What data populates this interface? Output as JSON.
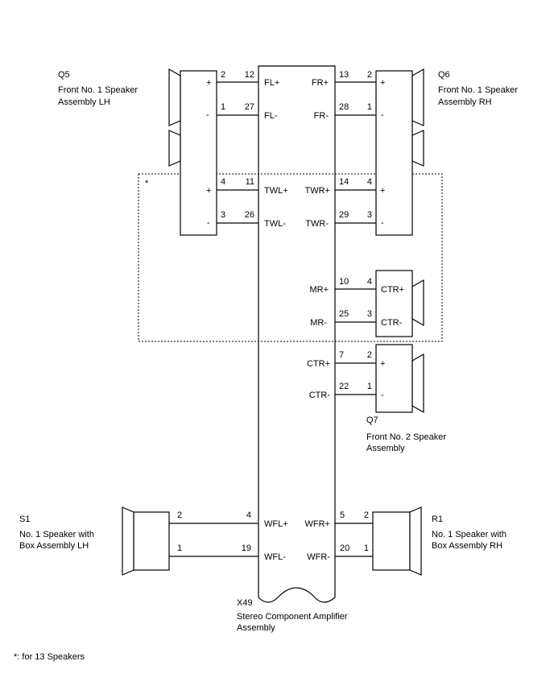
{
  "components": {
    "q5": {
      "code": "Q5",
      "name1": "Front No. 1 Speaker",
      "name2": "Assembly LH"
    },
    "q6": {
      "code": "Q6",
      "name1": "Front No. 1 Speaker",
      "name2": "Assembly RH"
    },
    "q7": {
      "code": "Q7",
      "name1": "Front No. 2 Speaker",
      "name2": "Assembly"
    },
    "s1": {
      "code": "S1",
      "name1": "No. 1 Speaker with",
      "name2": "Box Assembly LH"
    },
    "r1": {
      "code": "R1",
      "name1": "No. 1 Speaker with",
      "name2": "Box Assembly RH"
    },
    "x49": {
      "code": "X49",
      "name1": "Stereo Component Amplifier",
      "name2": "Assembly"
    }
  },
  "signals": {
    "fl_pos": "FL+",
    "fl_neg": "FL-",
    "fr_pos": "FR+",
    "fr_neg": "FR-",
    "twl_pos": "TWL+",
    "twl_neg": "TWL-",
    "twr_pos": "TWR+",
    "twr_neg": "TWR-",
    "mr_pos": "MR+",
    "mr_neg": "MR-",
    "ctr_pos": "CTR+",
    "ctr_neg": "CTR-",
    "q7_ctr_pos": "CTR+",
    "q7_ctr_neg": "CTR-",
    "q7b_ctr_pos": "CTR+",
    "q7b_ctr_neg": "CTR-",
    "wfl_pos": "WFL+",
    "wfl_neg": "WFL-",
    "wfr_pos": "WFR+",
    "wfr_neg": "WFR-"
  },
  "pins": {
    "q5_fl_pos": "2",
    "amp_fl_pos": "12",
    "q5_fl_neg": "1",
    "amp_fl_neg": "27",
    "amp_fr_pos": "13",
    "q6_fr_pos": "2",
    "amp_fr_neg": "28",
    "q6_fr_neg": "1",
    "q5_tw_pos": "4",
    "amp_twl_pos": "11",
    "q5_tw_neg": "3",
    "amp_twl_neg": "26",
    "amp_twr_pos": "14",
    "q6_tw_pos": "4",
    "amp_twr_neg": "29",
    "q6_tw_neg": "3",
    "amp_mr_pos": "10",
    "q7_mr_pos": "4",
    "amp_mr_neg": "25",
    "q7_mr_neg": "3",
    "amp_ctr_pos": "7",
    "q7_ctr_pos": "2",
    "amp_ctr_neg": "22",
    "q7_ctr_neg": "1",
    "s1_pos": "2",
    "amp_wfl_pos": "4",
    "s1_neg": "1",
    "amp_wfl_neg": "19",
    "amp_wfr_pos": "5",
    "r1_pos": "2",
    "amp_wfr_neg": "20",
    "r1_neg": "1"
  },
  "polarity": {
    "plus": "+",
    "minus": "-"
  },
  "asterisk": "*",
  "footnote": "*: for 13 Speakers"
}
